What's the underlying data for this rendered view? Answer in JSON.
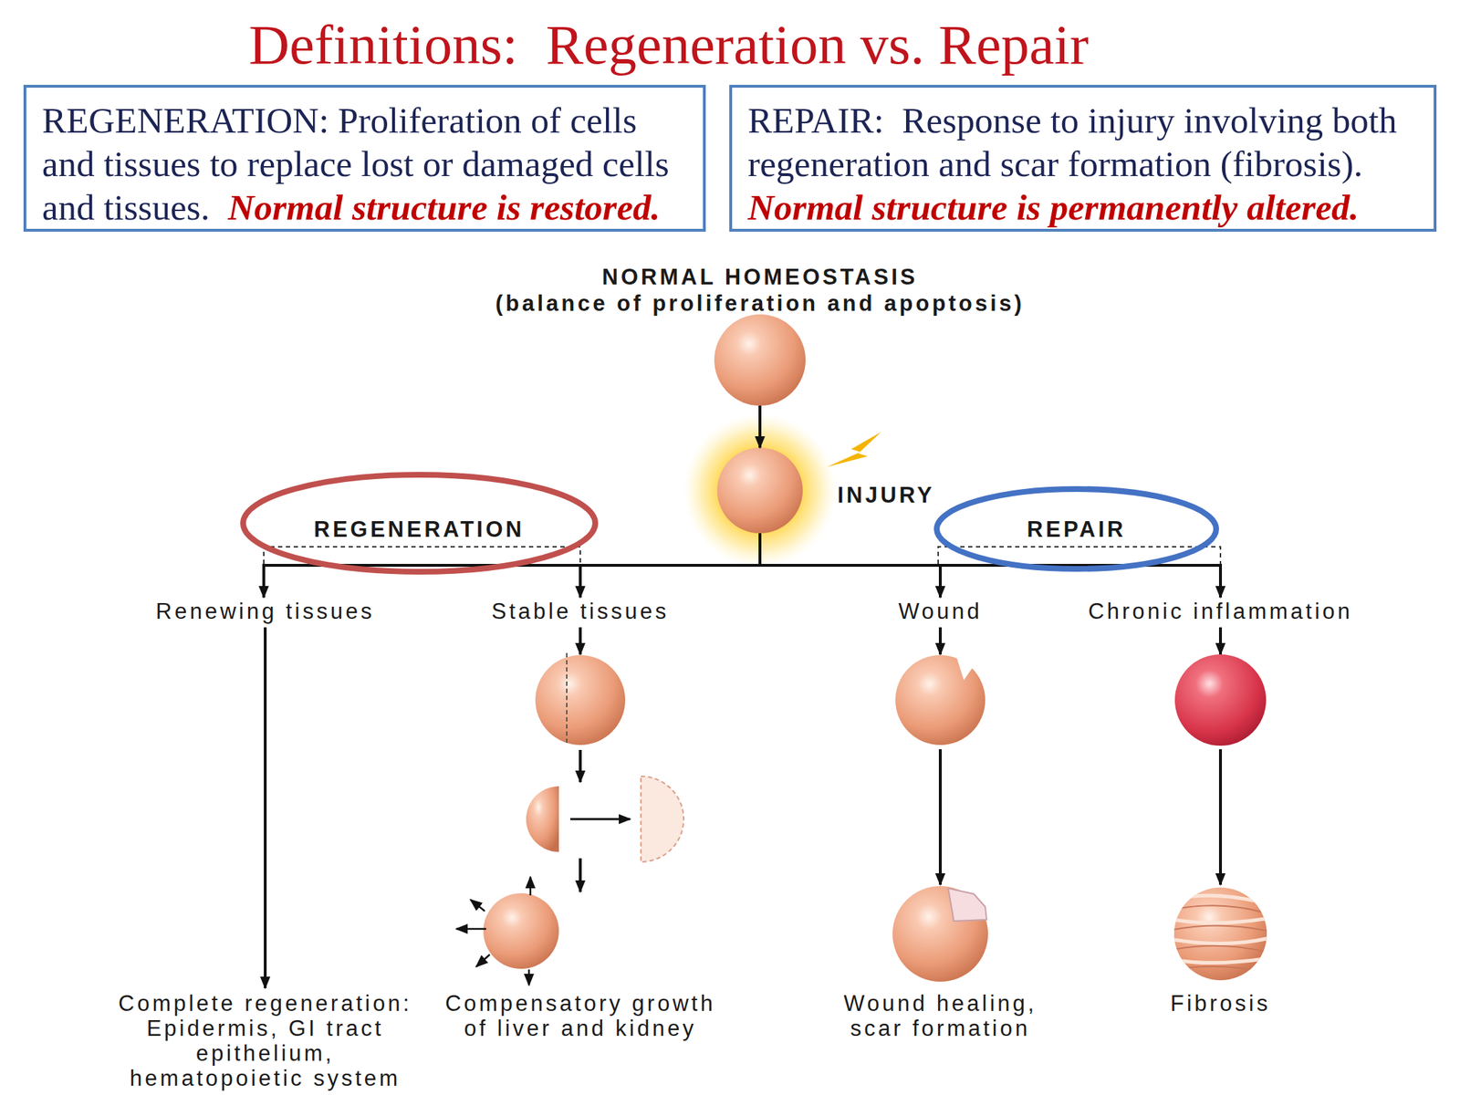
{
  "diagram": {
    "title": "Definitions:  Regeneration vs. Repair",
    "nodes": [
      {
        "text": [
          "REGENERATION: Proliferation of cells and tissues to replace lost or damaged cells and tissues.",
          "Normal structure is restored."
        ]
      },
      {
        "text": [
          "REPAIR:  Response to injury involving both regeneration and scar formation (fibrosis).",
          "Normal structure is permanently altered."
        ]
      },
      {
        "text": [
          "NORMAL HOMEOSTASIS",
          "(balance of proliferation and apoptosis)"
        ]
      },
      {
        "text": [
          "INJURY"
        ]
      },
      {
        "text": [
          "REGENERATION"
        ]
      },
      {
        "text": [
          "REPAIR"
        ]
      }
    ],
    "edges": [
      {
        "from": 2,
        "to": 3,
        "arrow": "to"
      }
    ],
    "labels": [
      "Renewing tissues",
      "Stable tissues",
      "Wound",
      "Chronic inflammation",
      "Complete regeneration: Epidermis, GI tract epithelium, hematopoietic system",
      "Compensatory growth of liver and kidney",
      "Wound healing, scar formation",
      "Fibrosis"
    ]
  }
}
